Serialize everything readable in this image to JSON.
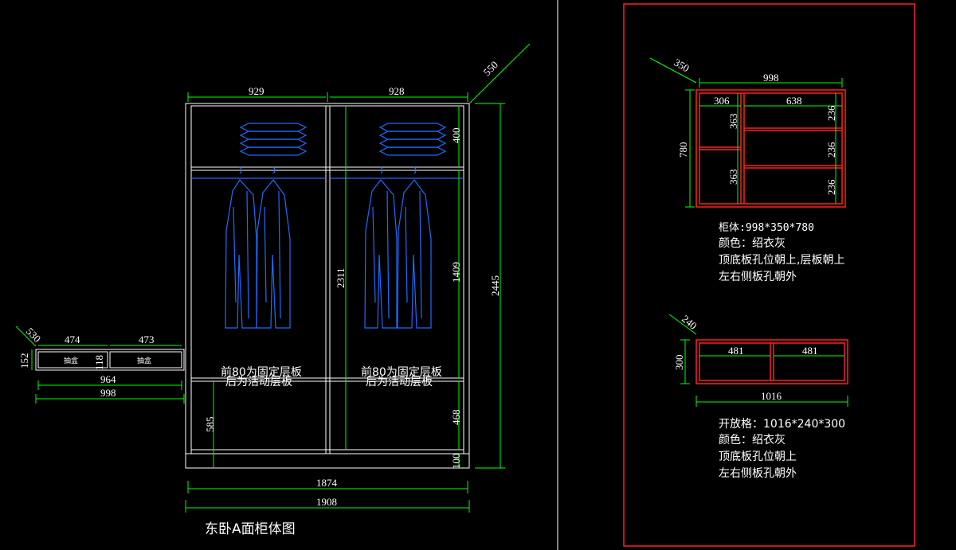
{
  "colors": {
    "background": "#000000",
    "dimension_line": "#00ff00",
    "outline": "#ffffff",
    "frame": "#ff2020",
    "clothes": "#1e6bff"
  },
  "wardrobe": {
    "title": "东卧A面柜体图",
    "dims": {
      "left_width": "929",
      "right_width": "928",
      "depth": "550",
      "top_section": "400",
      "hanging_height": "1409",
      "inner_height": "2311",
      "total_height": "2445",
      "lower_left": "585",
      "lower_right": "468",
      "plinth": "100",
      "inner_width": "1874",
      "total_width": "1908"
    },
    "notes": {
      "left_line1": "前80为固定层板",
      "left_line2": "后为活动层板",
      "right_line1": "前80为固定层板",
      "right_line2": "后为活动层板"
    }
  },
  "drawer_unit": {
    "dims": {
      "depth": "530",
      "left": "474",
      "right": "473",
      "height": "152",
      "divider": "118",
      "inner": "964",
      "total": "998"
    },
    "labels": {
      "left": "抽盒",
      "right": "抽盒"
    }
  },
  "cabinet": {
    "dims": {
      "depth": "350",
      "width": "998",
      "left_w": "306",
      "right_w": "638",
      "height": "780",
      "left_top": "363",
      "left_bottom": "363",
      "right_1": "236",
      "right_2": "236",
      "right_3": "236"
    },
    "spec": {
      "line1": "柜体:998*350*780",
      "line2": "颜色：绍衣灰",
      "line3": "顶底板孔位朝上,层板朝上",
      "line4": "左右侧板孔朝外"
    }
  },
  "open_shelf": {
    "dims": {
      "depth": "240",
      "left": "481",
      "right": "481",
      "height": "300",
      "width": "1016"
    },
    "spec": {
      "line1": "开放格：1016*240*300",
      "line2": "颜色：绍衣灰",
      "line3": "顶底板孔位朝上",
      "line4": "左右侧板孔朝外"
    }
  }
}
